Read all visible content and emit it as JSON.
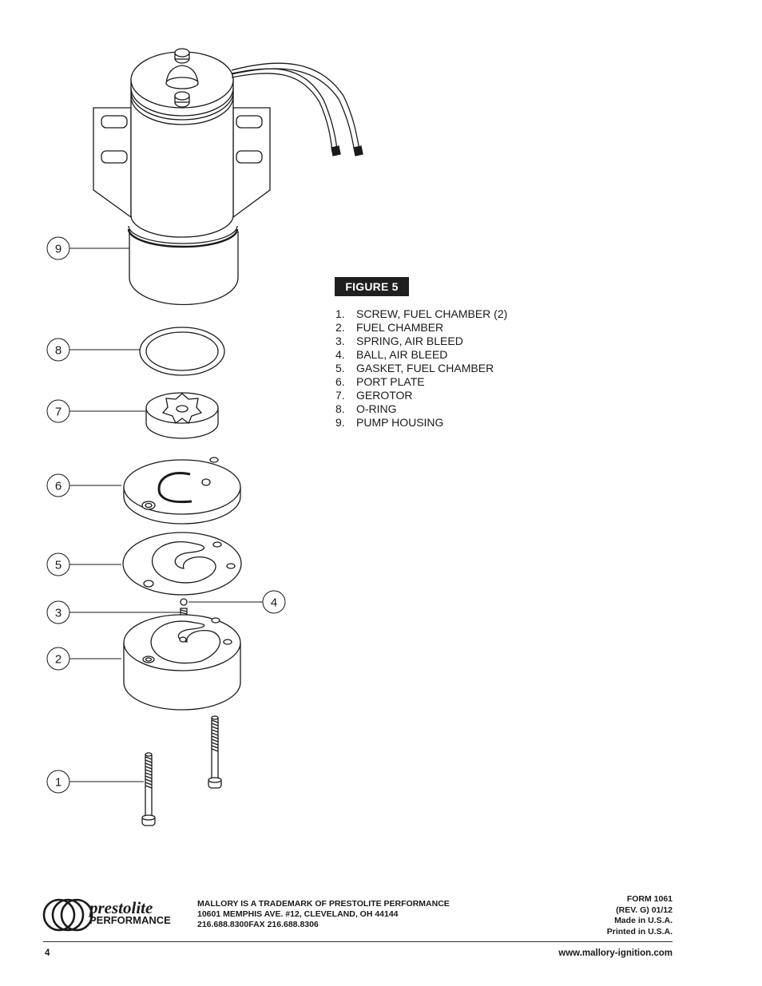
{
  "figure": {
    "label": "FIGURE 5"
  },
  "parts": [
    {
      "num": "1.",
      "name": "SCREW, FUEL CHAMBER (2)"
    },
    {
      "num": "2.",
      "name": "FUEL CHAMBER"
    },
    {
      "num": "3.",
      "name": "SPRING, AIR BLEED"
    },
    {
      "num": "4.",
      "name": "BALL, AIR BLEED"
    },
    {
      "num": "5.",
      "name": "GASKET, FUEL CHAMBER"
    },
    {
      "num": "6.",
      "name": "PORT PLATE"
    },
    {
      "num": "7.",
      "name": "GEROTOR"
    },
    {
      "num": "8.",
      "name": "O-RING"
    },
    {
      "num": "9.",
      "name": "PUMP HOUSING"
    }
  ],
  "callouts": {
    "c1": "1",
    "c2": "2",
    "c3": "3",
    "c4": "4",
    "c5": "5",
    "c6": "6",
    "c7": "7",
    "c8": "8",
    "c9": "9"
  },
  "logo": {
    "brand": "prestolite",
    "sub": "PERFORMANCE"
  },
  "footer": {
    "trademark": "MALLORY IS A TRADEMARK OF PRESTOLITE PERFORMANCE",
    "address": "10601 MEMPHIS AVE. #12, CLEVELAND, OH 44144",
    "phone": "216.688.8300FAX 216.688.8306",
    "form": "FORM 1061",
    "revision": "(REV. G) 01/12",
    "made": "Made in U.S.A.",
    "printed": "Printed in U.S.A.",
    "page_number": "4",
    "website": "www.mallory-ignition.com"
  }
}
